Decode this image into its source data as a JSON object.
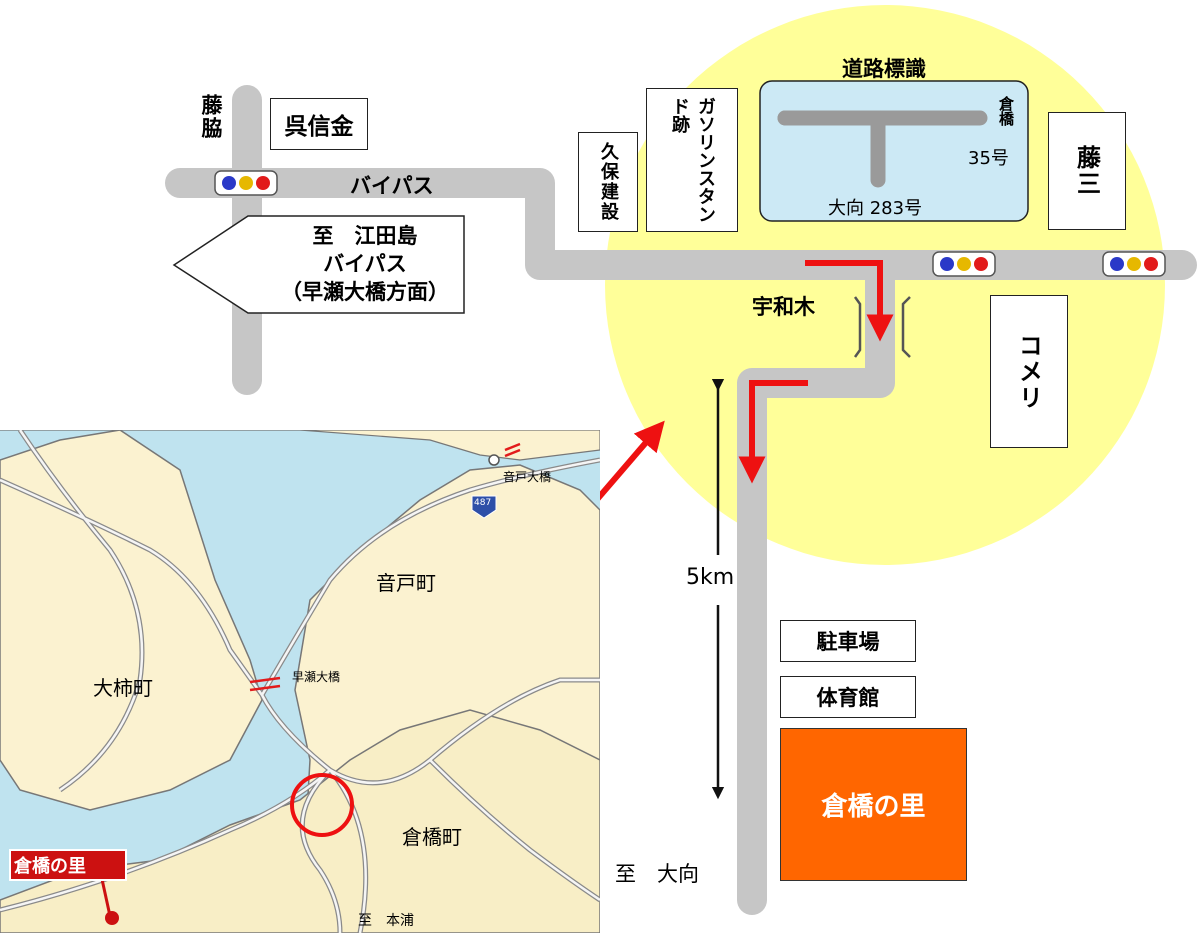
{
  "route_map": {
    "road_sign_title": "道路標識",
    "bypass_label": "バイパス",
    "fujiwaki": "藤脇",
    "kureshinkin": "呉信金",
    "kubo_kensetsu": "久保建設",
    "gas_station": "ガソリンスタンド跡",
    "fujisan": "藤三",
    "komeri": "コメリ",
    "uwagi": "宇和木",
    "sign_kurahashi": "倉橋",
    "sign_route35": "35号",
    "sign_onata": "大向 283号",
    "to_etajima_line1": "至　江田島",
    "to_etajima_line2": "バイパス",
    "to_etajima_line3": "（早瀬大橋方面）",
    "distance": "5km",
    "parking": "駐車場",
    "gym": "体育館",
    "destination": "倉橋の里",
    "to_onata": "至　大向"
  },
  "area_map": {
    "ondocho": "音戸町",
    "ogakicho": "大柿町",
    "kurahashicho": "倉橋町",
    "ondo_ohashi": "音戸大橋",
    "hayase_ohashi": "早瀬大橋",
    "route_badge": "487",
    "to_honura": "至　本浦",
    "destination_tag": "倉橋の里"
  },
  "colors": {
    "route_red": "#ee1111",
    "highlight_circle": "#ffff99",
    "sign_bg": "#cce9f5",
    "destination_orange": "#ff6600",
    "road_gray": "#c6c6c6",
    "sea": "#bfe3ef",
    "land": "#fbf2d0",
    "signal_blue": "#2a39c8",
    "signal_yellow": "#e6b800",
    "signal_red": "#e21b1b"
  }
}
